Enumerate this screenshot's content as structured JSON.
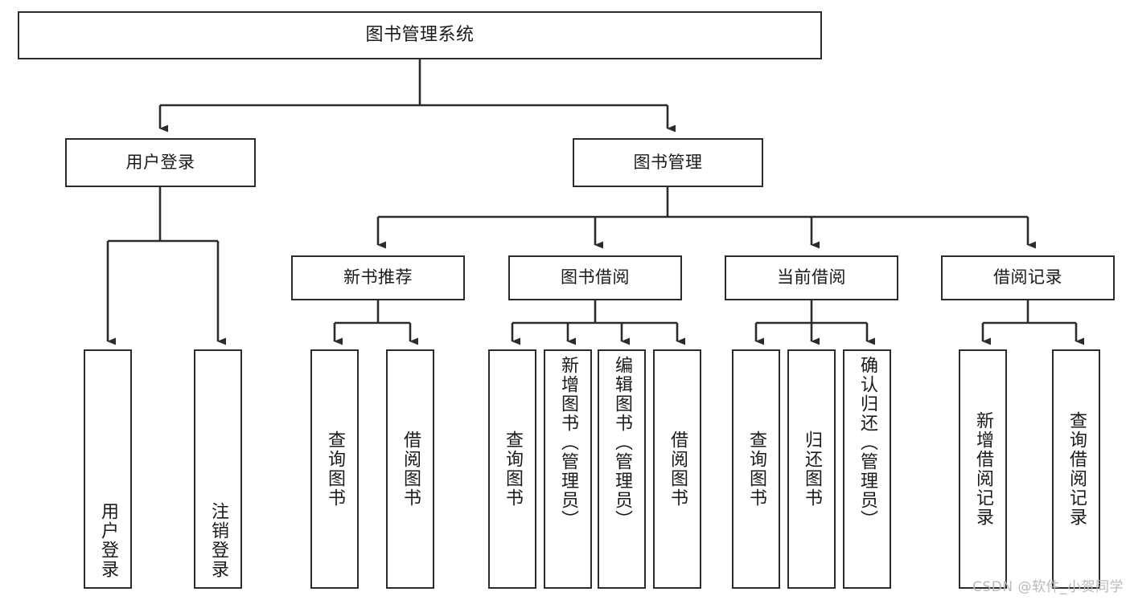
{
  "diagram": {
    "title": "图书管理系统",
    "type": "tree-structure-chart",
    "colors": {
      "box_border": "#2b2b2b",
      "box_fill": "#ffffff",
      "edge": "#2b2b2b",
      "background": "#ffffff",
      "watermark": "#b9b9b9"
    },
    "watermark": "CSDN @软件_小贺同学",
    "levels": {
      "level0": [
        {
          "id": "root",
          "label": "图书管理系统",
          "orientation": "horizontal"
        }
      ],
      "level1": [
        {
          "id": "user-login",
          "label": "用户登录",
          "orientation": "horizontal",
          "parent": "root"
        },
        {
          "id": "book-manage",
          "label": "图书管理",
          "orientation": "horizontal",
          "parent": "root"
        }
      ],
      "level2": [
        {
          "id": "new-book-rec",
          "label": "新书推荐",
          "orientation": "horizontal",
          "parent": "book-manage"
        },
        {
          "id": "book-borrow",
          "label": "图书借阅",
          "orientation": "horizontal",
          "parent": "book-manage"
        },
        {
          "id": "current-borrow",
          "label": "当前借阅",
          "orientation": "horizontal",
          "parent": "book-manage"
        },
        {
          "id": "borrow-record",
          "label": "借阅记录",
          "orientation": "horizontal",
          "parent": "book-manage"
        }
      ],
      "level3": [
        {
          "id": "leaf-user-login",
          "label": "用户登录",
          "orientation": "vertical",
          "parent": "user-login"
        },
        {
          "id": "leaf-user-logout",
          "label": "注销登录",
          "orientation": "vertical",
          "parent": "user-login"
        },
        {
          "id": "leaf-rec-query-book",
          "label": "查询图书",
          "orientation": "vertical",
          "parent": "new-book-rec"
        },
        {
          "id": "leaf-rec-borrow-book",
          "label": "借阅图书",
          "orientation": "vertical",
          "parent": "new-book-rec"
        },
        {
          "id": "leaf-borrow-query-book",
          "label": "查询图书",
          "orientation": "vertical",
          "parent": "book-borrow"
        },
        {
          "id": "leaf-add-book",
          "label": "新增图书（管理员）",
          "orientation": "vertical",
          "parent": "book-borrow"
        },
        {
          "id": "leaf-edit-book",
          "label": "编辑图书（管理员）",
          "orientation": "vertical",
          "parent": "book-borrow"
        },
        {
          "id": "leaf-borrow-book",
          "label": "借阅图书",
          "orientation": "vertical",
          "parent": "book-borrow"
        },
        {
          "id": "leaf-cur-query-book",
          "label": "查询图书",
          "orientation": "vertical",
          "parent": "current-borrow"
        },
        {
          "id": "leaf-return-book",
          "label": "归还图书",
          "orientation": "vertical",
          "parent": "current-borrow"
        },
        {
          "id": "leaf-confirm-return",
          "label": "确认归还（管理员）",
          "orientation": "vertical",
          "parent": "current-borrow"
        },
        {
          "id": "leaf-add-record",
          "label": "新增借阅记录",
          "orientation": "vertical",
          "parent": "borrow-record"
        },
        {
          "id": "leaf-query-record",
          "label": "查询借阅记录",
          "orientation": "vertical",
          "parent": "borrow-record"
        }
      ]
    }
  }
}
